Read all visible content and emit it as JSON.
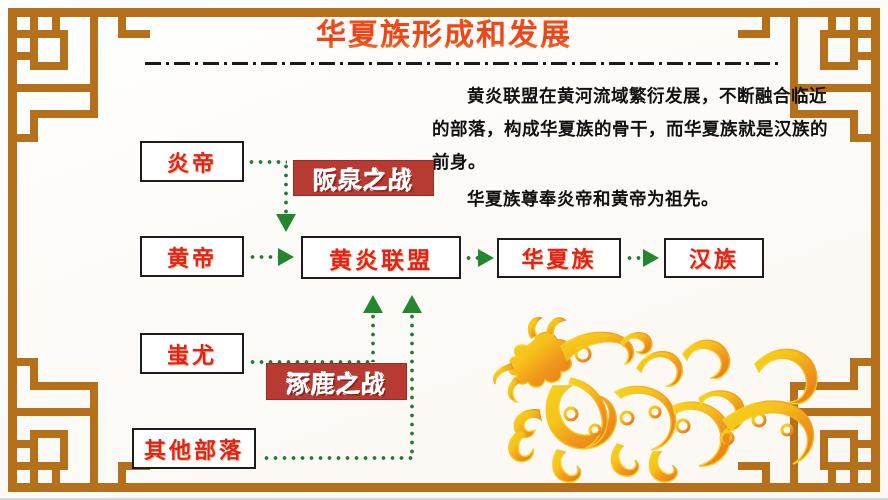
{
  "title": "华夏族形成和发展",
  "paragraph": {
    "line1": "黄炎联盟在黄河流域繁衍发展，不断融合临近的部落，构成华夏族的骨干，而华夏族就是汉族的前身。",
    "line2": "华夏族尊奉炎帝和黄帝为祖先。"
  },
  "flow": {
    "nodes": [
      {
        "id": "yandi",
        "label": "炎帝"
      },
      {
        "id": "huangdi",
        "label": "黄帝"
      },
      {
        "id": "chiyou",
        "label": "蚩尤"
      },
      {
        "id": "other",
        "label": "其他部落"
      },
      {
        "id": "alliance",
        "label": "黄炎联盟"
      },
      {
        "id": "huaxia",
        "label": "华夏族"
      },
      {
        "id": "han",
        "label": "汉族"
      }
    ],
    "battles": [
      {
        "id": "banquan",
        "label": "阪泉之战"
      },
      {
        "id": "zhuolu",
        "label": "涿鹿之战"
      }
    ]
  },
  "decor": {
    "dragon_icon": "chinese-dragon-icon",
    "border_icon": "chinese-fret-border-icon",
    "divider_icon": "dash-dot-divider-icon"
  },
  "colors": {
    "title_text": "#ea3c12",
    "node_text": "#e2231a",
    "node_border": "#1c1c1c",
    "battle_bg": "#b73a33",
    "battle_text": "#ffffff",
    "connector": "#1d7a34",
    "arrow": "#24862f",
    "border_gold": "#b5701c",
    "dragon_gold": "#f0b020",
    "background": "#fdfcfb"
  }
}
